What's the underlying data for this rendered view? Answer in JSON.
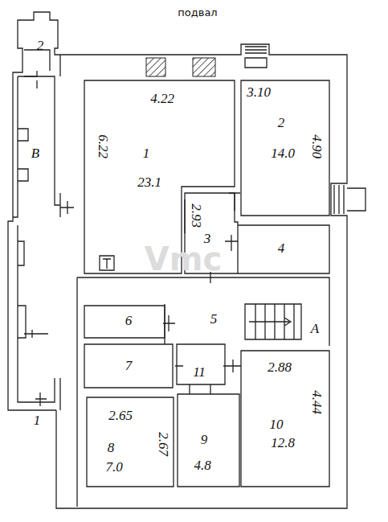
{
  "diagram": {
    "title": "подвал",
    "nodes": [
      {
        "text": [
          "2"
        ]
      },
      {
        "text": [
          "В"
        ]
      },
      {
        "text": [
          "1",
          "23.1"
        ]
      },
      {
        "text": [
          "2",
          "14.0"
        ]
      },
      {
        "text": [
          "3"
        ]
      },
      {
        "text": [
          "4"
        ]
      },
      {
        "text": [
          "5"
        ]
      },
      {
        "text": [
          "6"
        ]
      },
      {
        "text": [
          "7"
        ]
      },
      {
        "text": [
          "11"
        ]
      },
      {
        "text": [
          "10",
          "12.8"
        ]
      },
      {
        "text": [
          "8",
          "7.0"
        ]
      },
      {
        "text": [
          "9",
          "4.8"
        ]
      }
    ],
    "labels": [
      "4.22",
      "6.22",
      "3.10",
      "4.90",
      "2.93",
      "А",
      "2.88",
      "4.44",
      "2.65",
      "2.67",
      "1",
      "Vmc"
    ]
  }
}
